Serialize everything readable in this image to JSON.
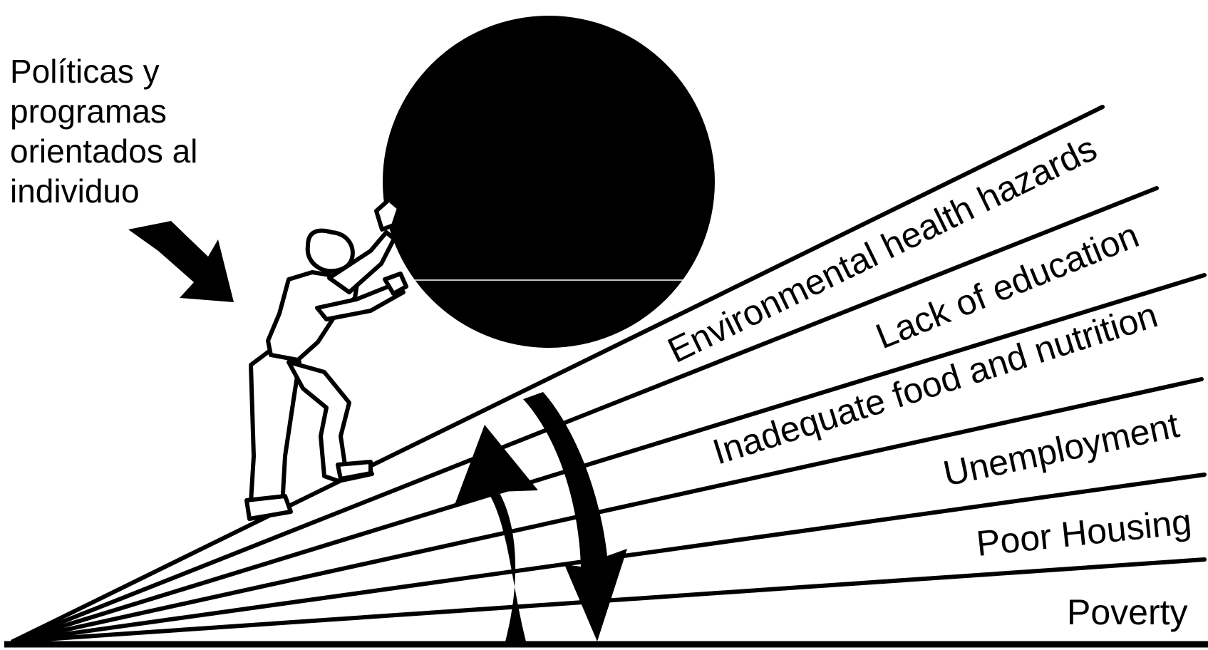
{
  "caption": {
    "lines": [
      "Políticas y",
      "programas",
      "orientados al",
      "individuo"
    ]
  },
  "wedge_labels": [
    "Environmental health hazards",
    "Lack of education",
    "Inadequate food and nutrition",
    "Unemployment",
    "Poor Housing",
    "Poverty"
  ],
  "colors": {
    "ink": "#000000",
    "background": "#ffffff"
  },
  "icons": {
    "boulder": "boulder-icon",
    "person": "pushing-person-icon",
    "pointer": "down-right-arrow-icon",
    "cycle": "circular-arrows-icon"
  }
}
